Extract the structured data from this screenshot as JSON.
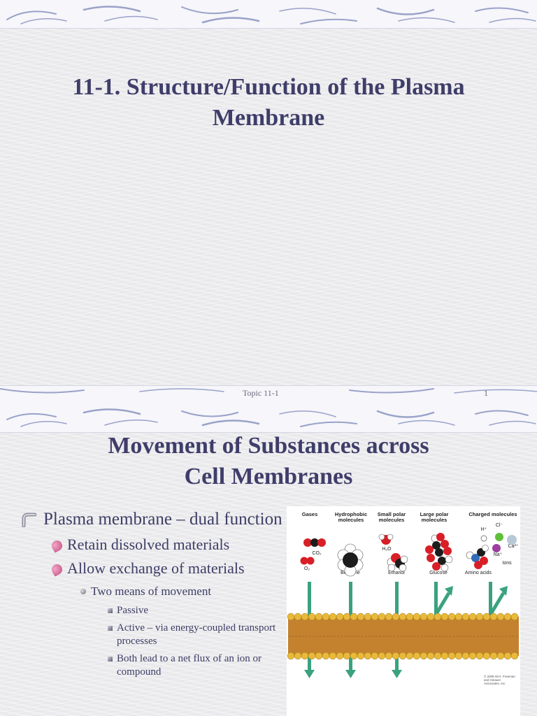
{
  "slides": [
    {
      "title": "11-1. Structure/Function of the Plasma Membrane",
      "footer_topic": "Topic 11-1",
      "footer_page": "1"
    },
    {
      "title_line1": "Movement of Substances across",
      "title_line2": "Cell Membranes",
      "bullets": {
        "level1": "Plasma membrane – dual function",
        "level2": [
          "Retain dissolved materials",
          "Allow exchange of materials"
        ],
        "level3": "Two means of movement",
        "level4": [
          "Passive",
          "Active – via energy-coupled transport processes",
          "Both lead to a net flux of an ion or compound"
        ]
      },
      "figure": {
        "categories": [
          "Gases",
          "Hydrophobic molecules",
          "Small polar molecules",
          "Large polar molecules",
          "Charged molecules"
        ],
        "labels": {
          "co2": "CO₂",
          "o2": "O₂",
          "benzene": "Benzene",
          "h2o": "H₂O",
          "ethanol": "Ethanol",
          "glucose": "Glucose",
          "amino_acids": "Amino acids",
          "h_plus": "H⁺",
          "cl_minus": "Cl⁻",
          "na_plus": "Na⁺",
          "ca2_plus": "Ca²⁺",
          "ions": "Ions"
        },
        "credit": "© 2008 W.H. Freeman and Sinauer Associates, Inc.",
        "colors": {
          "arrow": "#3aa27f",
          "membrane_core": "#c4822f",
          "head": "#e9b93a",
          "oxygen": "#d81f27",
          "carbon": "#1c1c1c"
        }
      }
    }
  ]
}
